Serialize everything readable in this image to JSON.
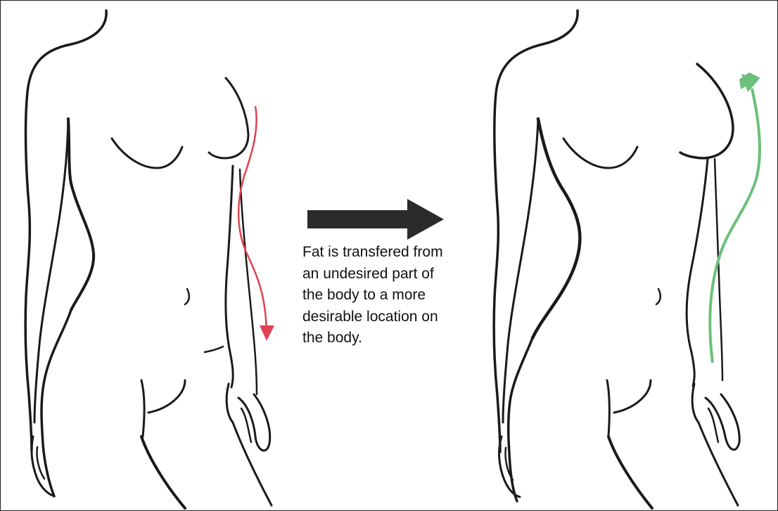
{
  "diagram": {
    "caption": "Fat is transfered from\nan undesired part of\nthe body to a more\ndesirable location on\nthe body.",
    "colors": {
      "outline": "#1a1a1a",
      "removal_arrow": "#e0414f",
      "transfer_arrow": "#6cc07a",
      "direction_arrow": "#2b2b2b",
      "background": "#ffffff"
    },
    "icons": {
      "before": "torso-outline-before",
      "after": "torso-outline-after",
      "removal": "down-arrow-red",
      "transfer": "up-arrow-green",
      "direction": "right-arrow-black"
    }
  }
}
